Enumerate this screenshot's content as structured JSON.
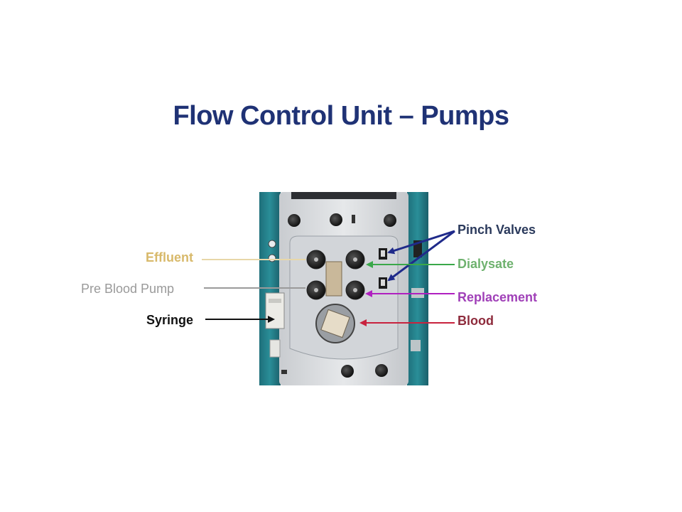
{
  "title": "Flow Control Unit – Pumps",
  "colors": {
    "title": "#1f3275",
    "effluent": "#d8b96a",
    "pre_blood_pump": "#9a9a9a",
    "syringe": "#111111",
    "pinch_valves": "#2b3a5c",
    "dialysate": "#6fb26f",
    "replacement": "#a040b8",
    "blood": "#8e2b3c",
    "arrow_blue": "#1f2a8a",
    "line_green": "#3aa84a",
    "line_red": "#c8223e",
    "line_magenta": "#b020c0"
  },
  "labels": {
    "effluent": "Effluent",
    "pre_blood_pump": "Pre Blood Pump",
    "syringe": "Syringe",
    "pinch_valves": "Pinch Valves",
    "dialysate": "Dialysate",
    "replacement": "Replacement",
    "blood": "Blood"
  }
}
